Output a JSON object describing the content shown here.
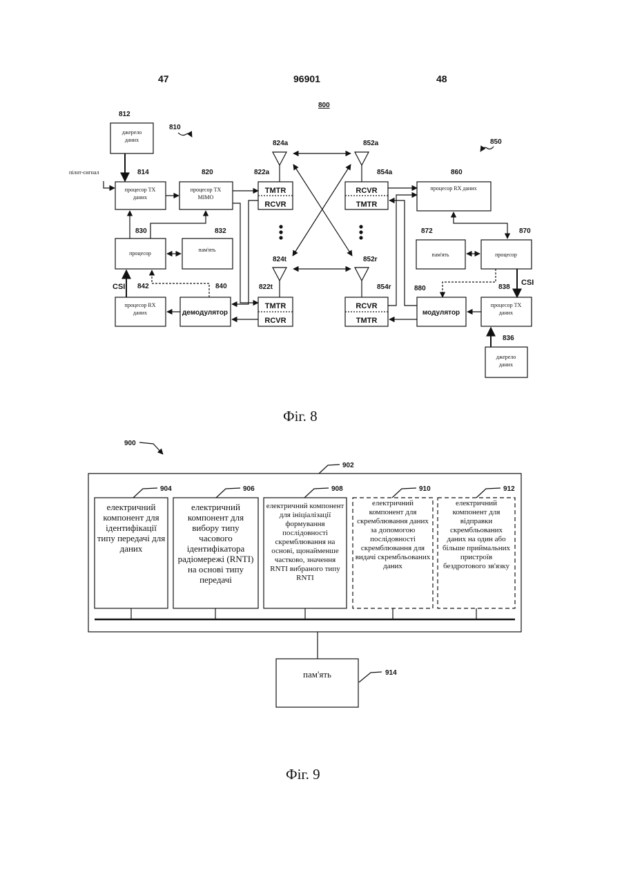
{
  "header": {
    "left_page": "47",
    "patent_number": "96901",
    "right_page": "48"
  },
  "fig8": {
    "ref_800": "800",
    "ref_810": "810",
    "ref_850": "850",
    "ref_812": "812",
    "data_source_1": [
      "джерело",
      "даних"
    ],
    "pilot_label": "пілот-сигнал",
    "ref_814": "814",
    "tx_data_proc": [
      "процесор TX",
      "даних"
    ],
    "ref_820": "820",
    "tx_mimo_proc": [
      "процесор TX",
      "MIMO"
    ],
    "ref_830": "830",
    "processor_1": "процесор",
    "ref_832": "832",
    "memory_1": "пам'ять",
    "csi_1": "CSI",
    "ref_842": "842",
    "rx_data_proc_1": [
      "процесор RX",
      "даних"
    ],
    "ref_840": "840",
    "demodulator": "демодулятор",
    "ref_822a": "822a",
    "ref_822t": "822t",
    "ref_824a": "824a",
    "ref_824t": "824t",
    "ref_852a": "852a",
    "ref_852r": "852r",
    "ref_854a": "854a",
    "ref_854r": "854r",
    "tmtr": "TMTR",
    "rcvr": "RCVR",
    "ref_860": "860",
    "rx_data_proc_2": "процесор RX даних",
    "ref_872": "872",
    "memory_2": "пам'ять",
    "ref_870": "870",
    "processor_2": "процесор",
    "csi_2": "CSI",
    "ref_880": "880",
    "modulator": "модулятор",
    "ref_838": "838",
    "tx_data_proc_2": [
      "процесор TX",
      "даних"
    ],
    "ref_836": "836",
    "data_source_2": [
      "джерело",
      "даних"
    ],
    "caption": "Фіг. 8"
  },
  "fig9": {
    "ref_900": "900",
    "ref_902": "902",
    "ref_904": "904",
    "comp_904": "електричний компонент для ідентифікації типу передачі для даних",
    "ref_906": "906",
    "comp_906": "електричний компонент для вибору типу часового ідентифікатора радіомережі (RNTI) на основі типу передачі",
    "ref_908": "908",
    "comp_908": "електричний компонент для ініціалізації формування послідовності скремблювання на основі, щонайменше частково, значення RNTI вибраного типу RNTI",
    "ref_910": "910",
    "comp_910": "електричний компонент для скремблювання даних за допомогою послідовності скремблювання для видачі скрембльованих даних",
    "ref_912": "912",
    "comp_912": "електричний компонент для відправки скрембльованих даних на один або більше приймальних пристроїв бездротового зв'язку",
    "ref_914": "914",
    "memory": "пам'ять",
    "caption": "Фіг. 9"
  }
}
